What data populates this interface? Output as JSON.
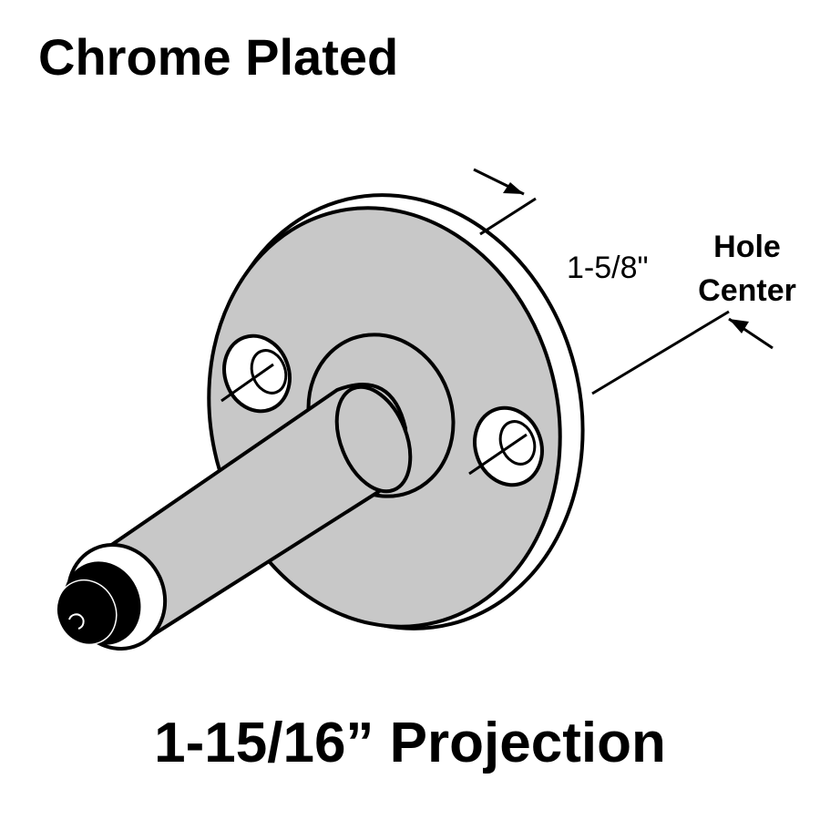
{
  "title": "Chrome Plated",
  "dimension": {
    "hole_center_value": "1-5/8\"",
    "hole_center_label_line1": "Hole",
    "hole_center_label_line2": "Center"
  },
  "projection_label": "1-15/16” Projection",
  "colors": {
    "metal_fill": "#c8c8c8",
    "outline": "#000000",
    "background": "#ffffff"
  }
}
